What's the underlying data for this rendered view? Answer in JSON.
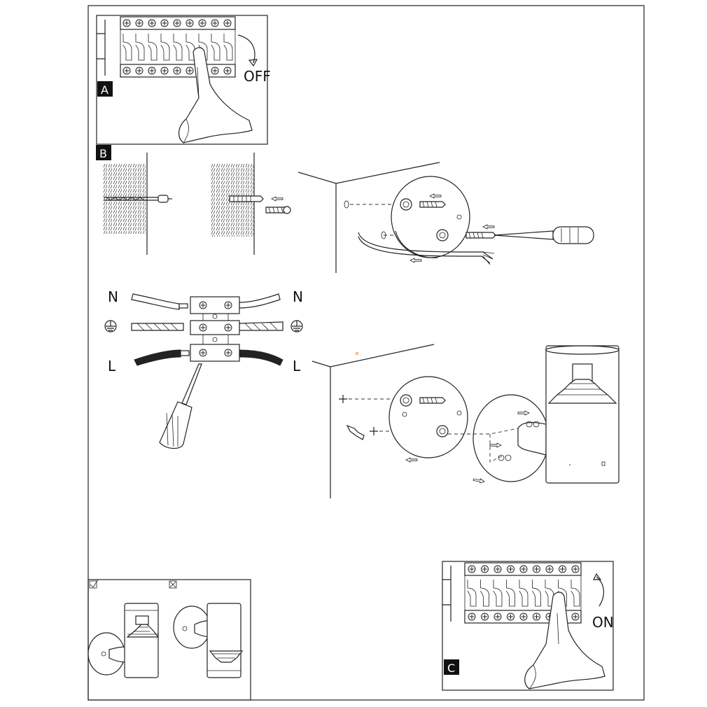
{
  "steps": {
    "a": "A",
    "b": "B",
    "c": "C"
  },
  "switch_labels": {
    "off": "OFF",
    "on": "ON"
  },
  "wire_labels": {
    "neutral_left": "N",
    "neutral_right": "N",
    "live_left": "L",
    "live_right": "L"
  },
  "icons": {
    "earth": "earth-ground-icon",
    "correct": "check-box-icon",
    "wrong": "cross-box-icon",
    "arrow": "arrow-icon"
  },
  "colors": {
    "line": "#222222",
    "background": "#ffffff",
    "label_fill": "#111111"
  }
}
